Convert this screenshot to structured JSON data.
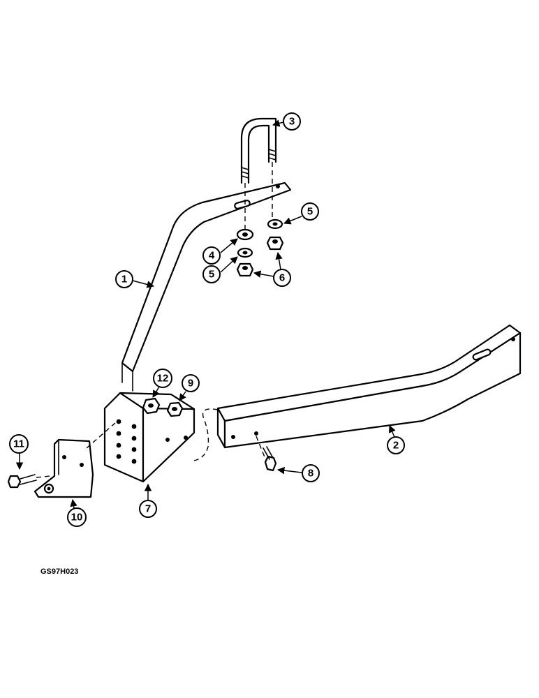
{
  "drawing_code": "GS97H023",
  "callouts": [
    {
      "id": "callout-1",
      "label": "1"
    },
    {
      "id": "callout-2",
      "label": "2"
    },
    {
      "id": "callout-3",
      "label": "3"
    },
    {
      "id": "callout-4",
      "label": "4"
    },
    {
      "id": "callout-5a",
      "label": "5"
    },
    {
      "id": "callout-5b",
      "label": "5"
    },
    {
      "id": "callout-6",
      "label": "6"
    },
    {
      "id": "callout-7",
      "label": "7"
    },
    {
      "id": "callout-8",
      "label": "8"
    },
    {
      "id": "callout-9",
      "label": "9"
    },
    {
      "id": "callout-10",
      "label": "10"
    },
    {
      "id": "callout-11",
      "label": "11"
    },
    {
      "id": "callout-12",
      "label": "12"
    }
  ]
}
